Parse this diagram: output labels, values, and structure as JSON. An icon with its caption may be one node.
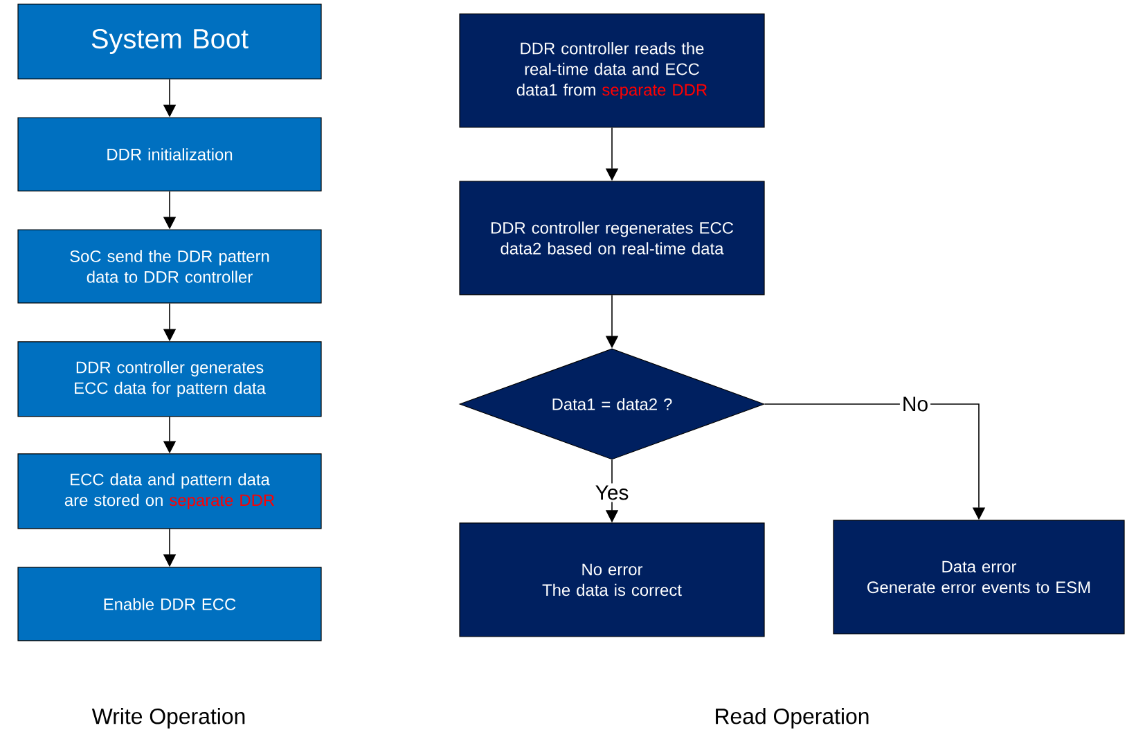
{
  "diagram": {
    "nodes": [
      {
        "text": [
          "System Boot"
        ]
      },
      {
        "text": [
          "DDR initialization"
        ]
      },
      {
        "text": [
          "SoC send the DDR pattern data to DDR controller"
        ]
      },
      {
        "text": [
          "DDR controller generates ECC data for pattern data"
        ]
      },
      {
        "text": [
          "ECC data and pattern data are stored on",
          "separate DDR"
        ]
      },
      {
        "text": [
          "Enable DDR ECC"
        ]
      },
      {
        "text": [
          "DDR controller reads the real-time data and ECC data1 from",
          "separate DDR"
        ]
      },
      {
        "text": [
          "DDR controller regenerates ECC data2 based on real-time data"
        ]
      },
      {
        "text": [
          "Data1 = data2 ?"
        ]
      },
      {
        "text": [
          "No error",
          "The data is correct"
        ]
      },
      {
        "text": [
          "Data error",
          "Generate error events to ESM"
        ]
      }
    ],
    "edges": [
      {
        "from": 0,
        "to": 1,
        "arrow": "to"
      },
      {
        "from": 1,
        "to": 2,
        "arrow": "to"
      },
      {
        "from": 2,
        "to": 3,
        "arrow": "to"
      },
      {
        "from": 3,
        "to": 4,
        "arrow": "to"
      },
      {
        "from": 4,
        "to": 5,
        "arrow": "to"
      },
      {
        "from": 6,
        "to": 7,
        "arrow": "to"
      },
      {
        "from": 7,
        "to": 8,
        "arrow": "to"
      },
      {
        "from": 8,
        "to": 9,
        "arrow": "to",
        "label": "Yes"
      },
      {
        "from": 8,
        "to": 10,
        "arrow": "to",
        "label": "No"
      }
    ],
    "labels": [
      "Write Operation",
      "Read Operation"
    ]
  }
}
